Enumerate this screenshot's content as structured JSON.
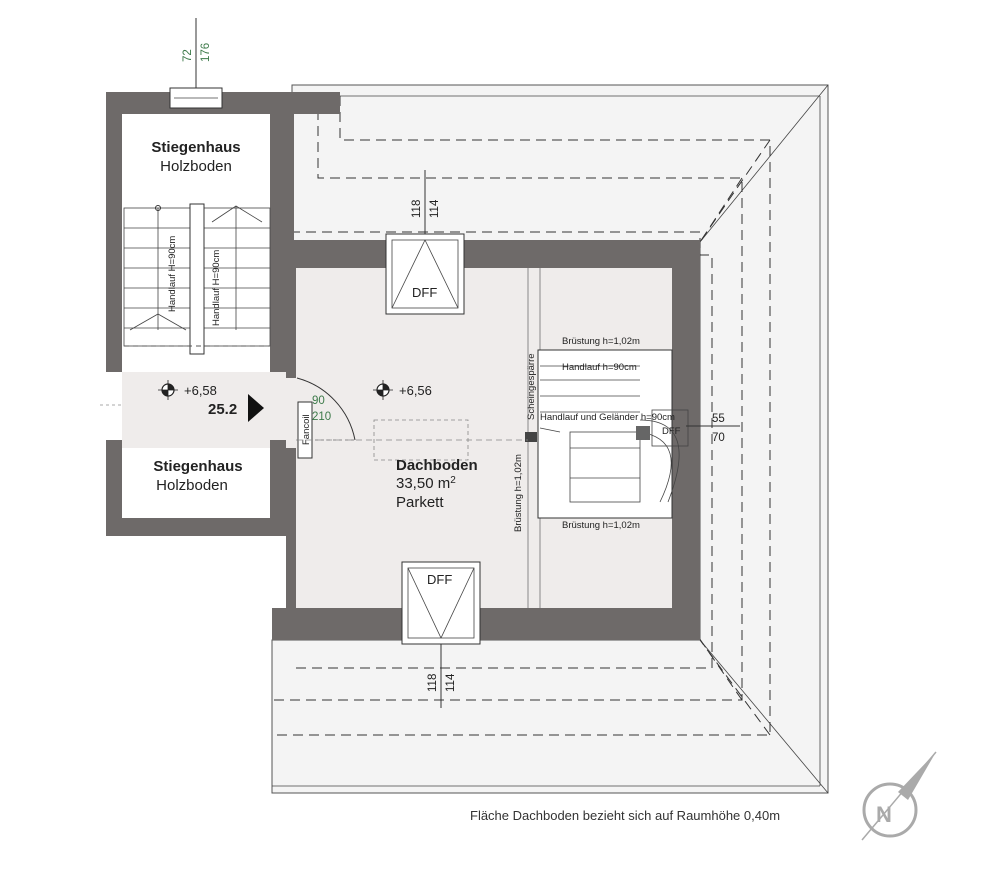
{
  "rooms": {
    "stair_top": {
      "name": "Stiegenhaus",
      "floor": "Holzboden"
    },
    "stair_bottom": {
      "name": "Stiegenhaus",
      "floor": "Holzboden"
    },
    "attic": {
      "name": "Dachboden",
      "area": "33,50 m",
      "area_sup": "2",
      "floor": "Parkett"
    }
  },
  "levels": {
    "left": "+6,58",
    "center": "+6,56"
  },
  "unit_label": "25.2",
  "door": {
    "width": "90",
    "height": "210"
  },
  "fanco_label": "Fancoil",
  "windows": {
    "top": "DFF",
    "bottom": "DFF"
  },
  "dimensions": {
    "top_chimney": [
      "72",
      "176"
    ],
    "top_window": [
      "118",
      "114"
    ],
    "bottom_window": [
      "118",
      "114"
    ],
    "right_chimney": [
      "55",
      "70"
    ]
  },
  "stair_labels": {
    "handlauf_left_1": "Handlauf H=90cm",
    "handlauf_left_2": "Handlauf H=90cm",
    "bruestung_top": "Brüstung h=1,02m",
    "handlauf_right": "Handlauf h=90cm",
    "handlauf_gelaender": "Handlauf und Geländer h=90cm",
    "bruestung_bottom": "Brüstung h=1,02m",
    "bruestung_vertical": "Brüstung h=1,02m",
    "scheingespaerre": "Scheingespärre"
  },
  "dff_right": "DFF",
  "footnote": "Fläche Dachboden bezieht sich auf Raumhöhe 0,40m",
  "compass": {
    "label": "N"
  }
}
